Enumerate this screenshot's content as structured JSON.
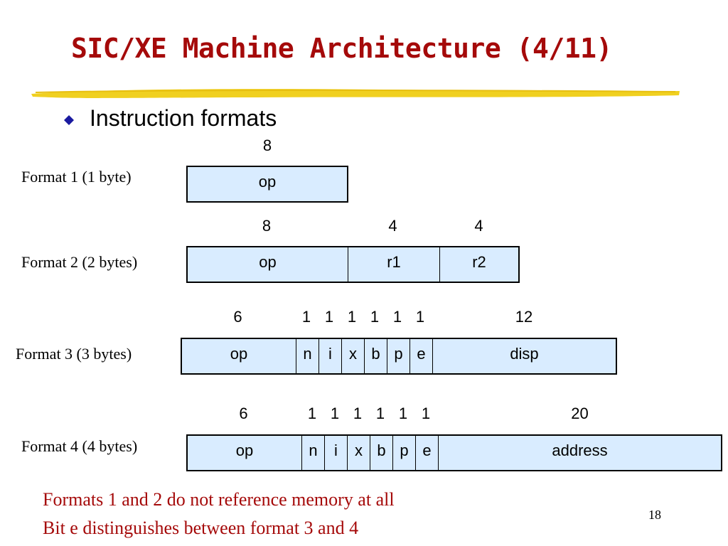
{
  "title": "SIC/XE Machine Architecture (4/11)",
  "bullet": "Instruction formats",
  "formats": {
    "f1": {
      "label": "Format 1 (1 byte)",
      "bits": [
        "8"
      ],
      "fields": [
        "op"
      ]
    },
    "f2": {
      "label": "Format 2 (2 bytes)",
      "bits": [
        "8",
        "4",
        "4"
      ],
      "fields": [
        "op",
        "r1",
        "r2"
      ]
    },
    "f3": {
      "label": "Format 3 (3 bytes)",
      "bits": [
        "6",
        "1",
        "1",
        "1",
        "1",
        "1",
        "1",
        "12"
      ],
      "fields": [
        "op",
        "n",
        "i",
        "x",
        "b",
        "p",
        "e",
        "disp"
      ]
    },
    "f4": {
      "label": "Format 4 (4 bytes)",
      "bits": [
        "6",
        "1",
        "1",
        "1",
        "1",
        "1",
        "1",
        "20"
      ],
      "fields": [
        "op",
        "n",
        "i",
        "x",
        "b",
        "p",
        "e",
        "address"
      ]
    }
  },
  "notes": [
    "Formats 1 and 2 do not reference memory at all",
    "Bit e distinguishes between format 3 and 4"
  ],
  "page_number": "18",
  "colors": {
    "title": "#a50a0a",
    "box_fill": "#d9ecff",
    "bullet": "#1a1aa0",
    "underline": "#f0d020"
  }
}
